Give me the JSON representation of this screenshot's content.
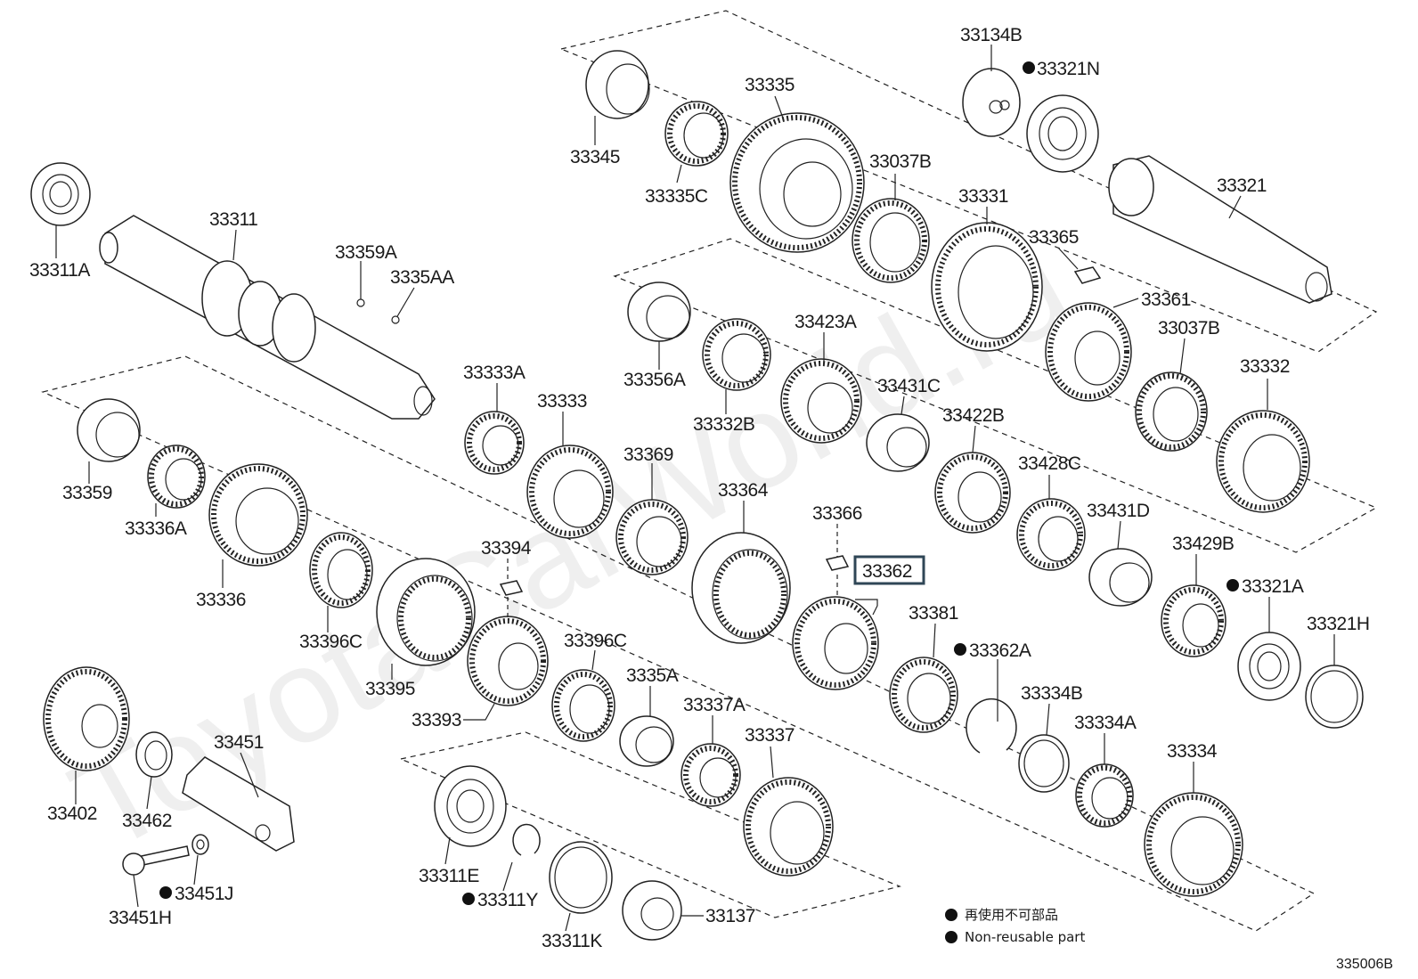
{
  "diagram_code": "335006B",
  "watermark": "ToyotaCarWorld.ru",
  "highlighted_part": "33362",
  "legend": {
    "marker_color": "#111111",
    "items": [
      {
        "text": "再使用不可部品"
      },
      {
        "text": "Non-reusable part"
      }
    ]
  },
  "parts": [
    {
      "label": "33134B",
      "non_reusable": false
    },
    {
      "label": "33321N",
      "non_reusable": true
    },
    {
      "label": "33345",
      "non_reusable": false
    },
    {
      "label": "33335",
      "non_reusable": false
    },
    {
      "label": "33335C",
      "non_reusable": false
    },
    {
      "label": "33037B",
      "non_reusable": false
    },
    {
      "label": "33331",
      "non_reusable": false
    },
    {
      "label": "33321",
      "non_reusable": false
    },
    {
      "label": "33365",
      "non_reusable": false
    },
    {
      "label": "33311",
      "non_reusable": false
    },
    {
      "label": "33311A",
      "non_reusable": false
    },
    {
      "label": "33359A",
      "non_reusable": false
    },
    {
      "label": "3335AA",
      "non_reusable": false
    },
    {
      "label": "33361",
      "non_reusable": false
    },
    {
      "label": "33423A",
      "non_reusable": false
    },
    {
      "label": "33037B",
      "non_reusable": false
    },
    {
      "label": "33356A",
      "non_reusable": false
    },
    {
      "label": "33332B",
      "non_reusable": false
    },
    {
      "label": "33431C",
      "non_reusable": false
    },
    {
      "label": "33332",
      "non_reusable": false
    },
    {
      "label": "33333A",
      "non_reusable": false
    },
    {
      "label": "33333",
      "non_reusable": false
    },
    {
      "label": "33422B",
      "non_reusable": false
    },
    {
      "label": "33428C",
      "non_reusable": false
    },
    {
      "label": "33359",
      "non_reusable": false
    },
    {
      "label": "33369",
      "non_reusable": false
    },
    {
      "label": "33364",
      "non_reusable": false
    },
    {
      "label": "33431D",
      "non_reusable": false
    },
    {
      "label": "33336A",
      "non_reusable": false
    },
    {
      "label": "33366",
      "non_reusable": false
    },
    {
      "label": "33394",
      "non_reusable": false
    },
    {
      "label": "33362",
      "non_reusable": false
    },
    {
      "label": "33429B",
      "non_reusable": false
    },
    {
      "label": "33321A",
      "non_reusable": true
    },
    {
      "label": "33336",
      "non_reusable": false
    },
    {
      "label": "33381",
      "non_reusable": false
    },
    {
      "label": "33321H",
      "non_reusable": false
    },
    {
      "label": "33396C",
      "non_reusable": false
    },
    {
      "label": "33396C",
      "non_reusable": false
    },
    {
      "label": "33362A",
      "non_reusable": true
    },
    {
      "label": "33395",
      "non_reusable": false
    },
    {
      "label": "3335A",
      "non_reusable": false
    },
    {
      "label": "33393",
      "non_reusable": false
    },
    {
      "label": "33337A",
      "non_reusable": false
    },
    {
      "label": "33334B",
      "non_reusable": false
    },
    {
      "label": "33334A",
      "non_reusable": false
    },
    {
      "label": "33451",
      "non_reusable": false
    },
    {
      "label": "33337",
      "non_reusable": false
    },
    {
      "label": "33334",
      "non_reusable": false
    },
    {
      "label": "33402",
      "non_reusable": false
    },
    {
      "label": "33462",
      "non_reusable": false
    },
    {
      "label": "33311E",
      "non_reusable": false
    },
    {
      "label": "33451J",
      "non_reusable": true
    },
    {
      "label": "33311Y",
      "non_reusable": true
    },
    {
      "label": "33137",
      "non_reusable": false
    },
    {
      "label": "33451H",
      "non_reusable": false
    },
    {
      "label": "33311K",
      "non_reusable": false
    }
  ]
}
